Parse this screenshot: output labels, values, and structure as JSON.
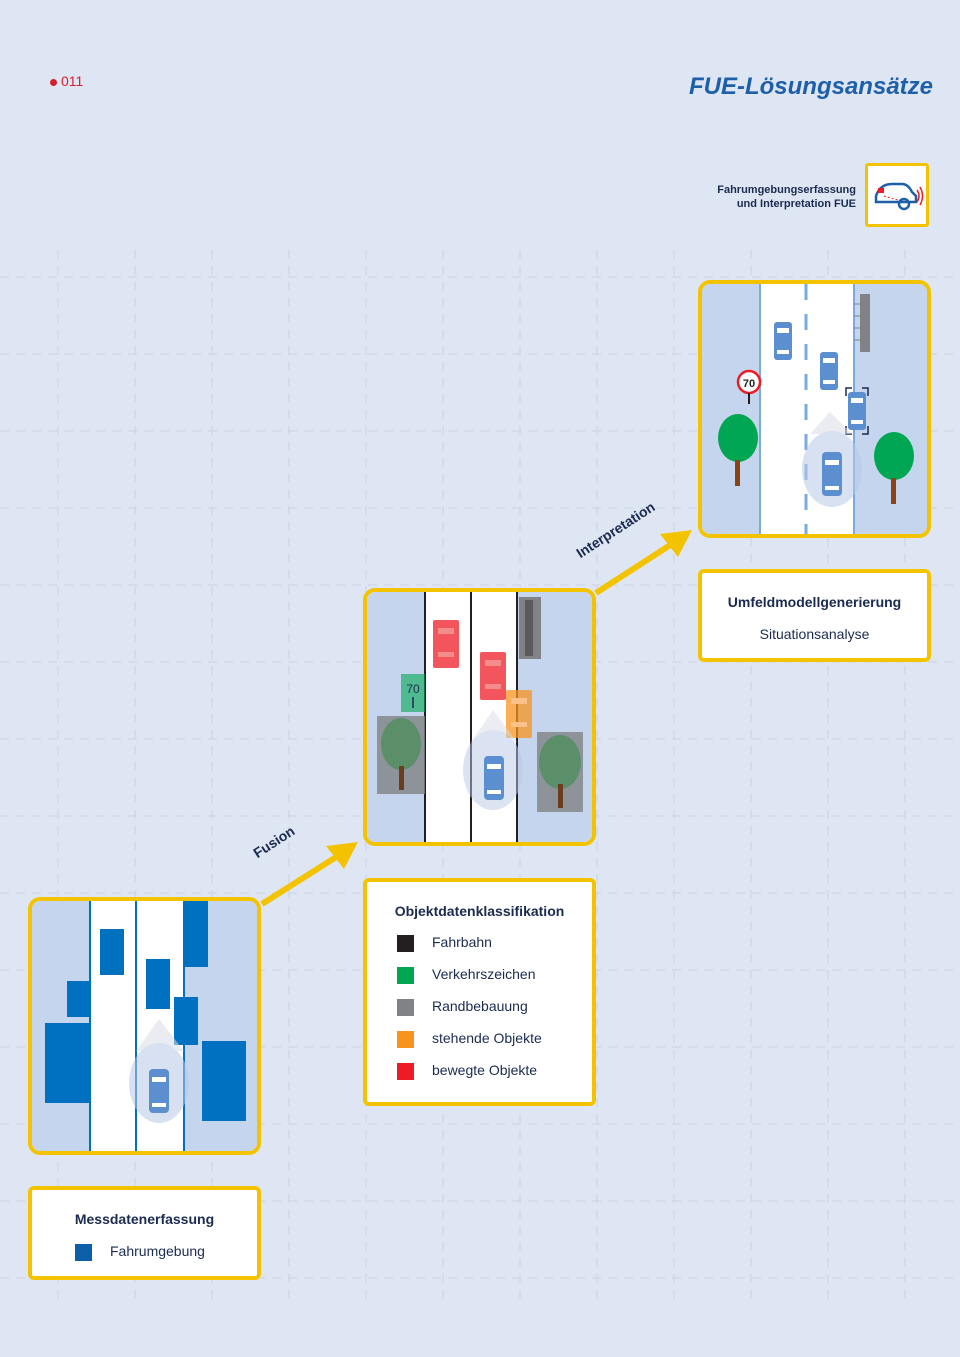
{
  "page_number": "011",
  "title": "FUE-Lösungsansätze",
  "subtitle_line1": "Fahrumgebungserfassung",
  "subtitle_line2": "und Interpretation FUE",
  "badge_icon": "car-sensor-icon",
  "speed_sign_top": "70",
  "speed_sign_mid": "70",
  "arrow_interpretation": "Interpretation",
  "arrow_fusion": "Fusion",
  "box_umfeld": {
    "title": "Umfeldmodellgenerierung",
    "line": "Situationsanalyse"
  },
  "box_objekt": {
    "title": "Objektdatenklassifikation",
    "items": [
      {
        "label": "Fahrbahn",
        "color": "#231f20"
      },
      {
        "label": "Verkehrszeichen",
        "color": "#00a651"
      },
      {
        "label": "Randbebauung",
        "color": "#808285"
      },
      {
        "label": "stehende Objekte",
        "color": "#f7941d"
      },
      {
        "label": "bewegte Objekte",
        "color": "#ed1c24"
      }
    ]
  },
  "box_mess": {
    "title": "Messdatenerfassung",
    "items": [
      {
        "label": "Fahrumgebung",
        "color": "#0b5ea8"
      }
    ]
  },
  "colors": {
    "accent_yellow": "#f4c300",
    "title_blue": "#1d5fa8",
    "page_bg": "#dfe6f3",
    "road_blue": "#c5d5ee",
    "measure_blue": "#0070c0"
  }
}
